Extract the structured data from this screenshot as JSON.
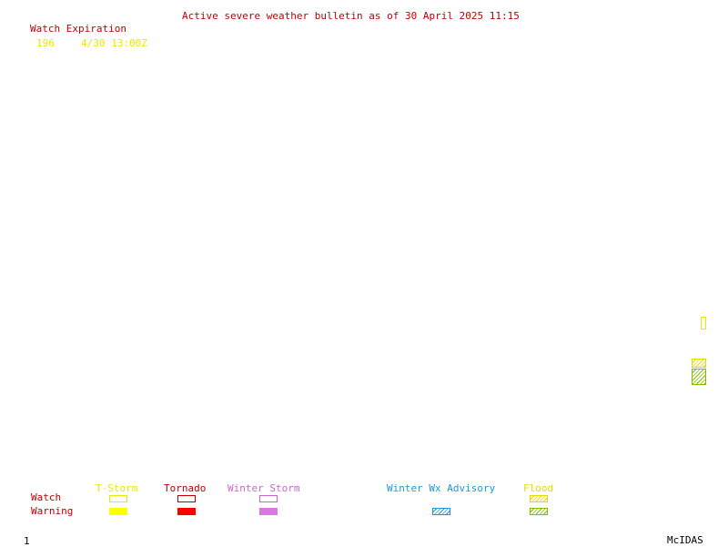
{
  "header": {
    "bulletin_title": "Active severe weather bulletin as of 30 April 2025 11:15"
  },
  "watch_expiration": {
    "heading": "Watch Expiration",
    "entries": [
      {
        "number": "196",
        "expires": "4/30 13:00Z"
      }
    ]
  },
  "legend": {
    "row_labels": {
      "watch": "Watch",
      "warning": "Warning"
    },
    "categories": [
      {
        "label": "T-Storm",
        "color": "#e8e800"
      },
      {
        "label": "Tornado",
        "color": "#c00000"
      },
      {
        "label": "Winter Storm",
        "color": "#cc66cc"
      },
      {
        "label": "Winter Wx Advisory",
        "color": "#1a9ad6"
      },
      {
        "label": "Flood",
        "color": "#e8d800"
      }
    ]
  },
  "footer": {
    "frame_number": "1",
    "software": "McIDAS"
  }
}
